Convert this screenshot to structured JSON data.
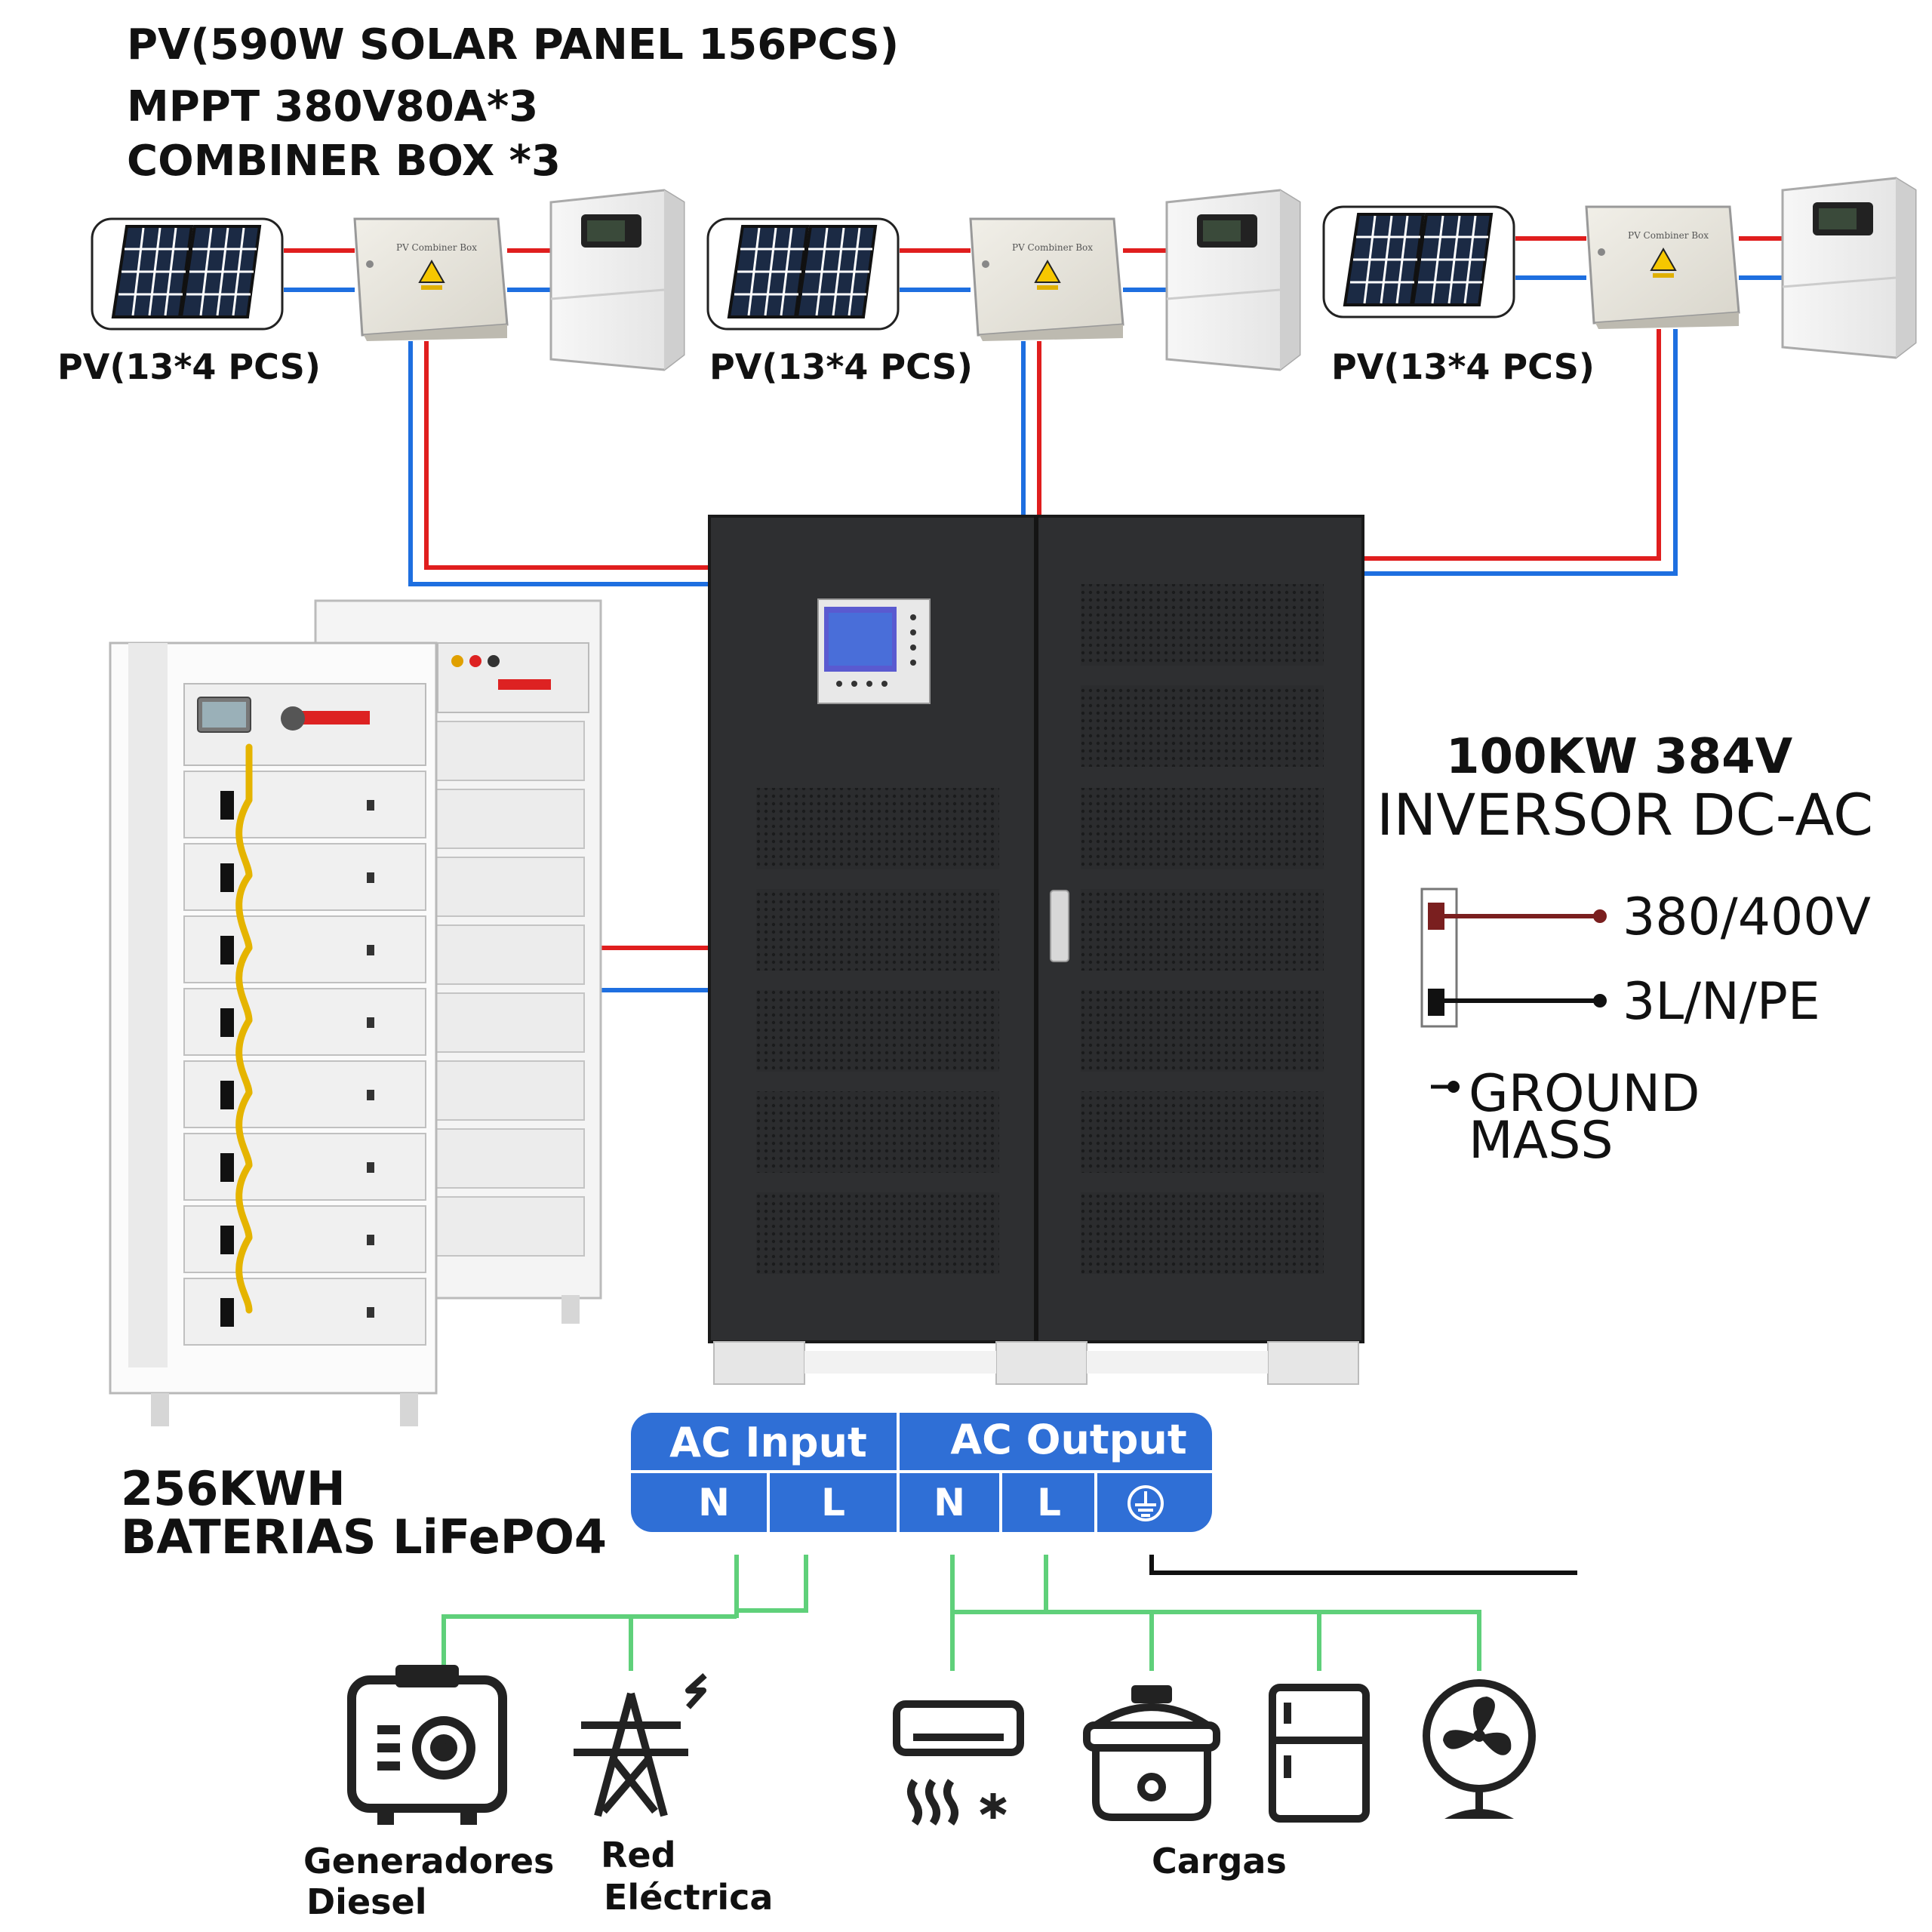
{
  "header": {
    "pv_title": "PV(590W SOLAR PANEL 156PCS)",
    "mppt": "MPPT 380V80A*3",
    "combiner": "COMBINER BOX *3"
  },
  "pv_strings": [
    {
      "label": "PV(13*4 PCS)",
      "combiner_label": "PV Combiner Box"
    },
    {
      "label": "PV(13*4 PCS)",
      "combiner_label": "PV Combiner Box"
    },
    {
      "label": "PV(13*4 PCS)",
      "combiner_label": "PV Combiner Box"
    }
  ],
  "inverter": {
    "title": "100KW 384V",
    "subtitle": "INVERSOR DC-AC",
    "voltage": "380/400V",
    "phases": "3L/N/PE",
    "ground_line1": "GROUND",
    "ground_line2": "MASS"
  },
  "battery": {
    "capacity": "256KWH",
    "type": "BATERIAS LiFePO4"
  },
  "terminals": {
    "ac_input": "AC Input",
    "ac_output": "AC Output",
    "in_n": "N",
    "in_l": "L",
    "out_n": "N",
    "out_l": "L",
    "ground_symbol": "⏚"
  },
  "sources": {
    "generator_line1": "Generadores",
    "generator_line2": "Diesel",
    "grid_line1": "Red",
    "grid_line2": "Eléctrica"
  },
  "loads": {
    "label": "Cargas"
  },
  "colors": {
    "positive_wire": "#e01e1e",
    "negative_wire": "#1e6fe0",
    "ac_wire": "#5fd07a",
    "terminal_blue": "#2f6fd6",
    "cabinet": "#2e2f31"
  }
}
